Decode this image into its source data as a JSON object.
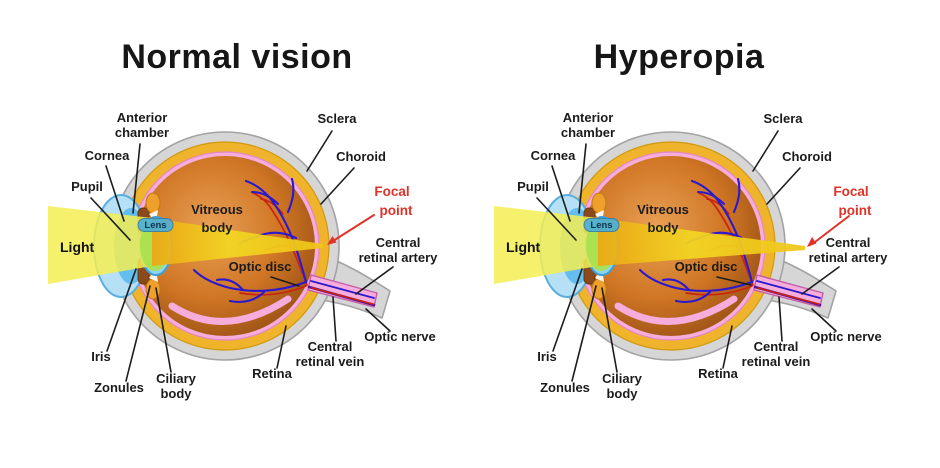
{
  "page": {
    "background": "#ffffff"
  },
  "panels": [
    {
      "title": "Normal vision",
      "labels": {
        "anterior_chamber_1": "Anterior",
        "anterior_chamber_2": "chamber",
        "cornea": "Cornea",
        "pupil": "Pupil",
        "light": "Light",
        "lens": "Lens",
        "iris": "Iris",
        "zonules": "Zonules",
        "ciliary_1": "Ciliary",
        "ciliary_2": "body",
        "vitreous_1": "Vitreous",
        "vitreous_2": "body",
        "optic_disc": "Optic disc",
        "retina": "Retina",
        "sclera": "Sclera",
        "choroid": "Choroid",
        "focal_1": "Focal",
        "focal_2": "point",
        "cra_1": "Central",
        "cra_2": "retinal artery",
        "crv_1": "Central",
        "crv_2": "retinal vein",
        "optic_nerve": "Optic nerve"
      }
    },
    {
      "title": "Hyperopia",
      "labels": {
        "anterior_chamber_1": "Anterior",
        "anterior_chamber_2": "chamber",
        "cornea": "Cornea",
        "pupil": "Pupil",
        "light": "Light",
        "lens": "Lens",
        "iris": "Iris",
        "zonules": "Zonules",
        "ciliary_1": "Ciliary",
        "ciliary_2": "body",
        "vitreous_1": "Vitreous",
        "vitreous_2": "body",
        "optic_disc": "Optic disc",
        "retina": "Retina",
        "sclera": "Sclera",
        "choroid": "Choroid",
        "focal_1": "Focal",
        "focal_2": "point",
        "cra_1": "Central",
        "cra_2": "retinal artery",
        "crv_1": "Central",
        "crv_2": "retinal vein",
        "optic_nerve": "Optic nerve"
      }
    }
  ],
  "colors": {
    "focal_point_red": "#e03228",
    "light_beam_yellow": "#f3d01f",
    "sclera_gray": "#d6d6d6",
    "choroid_gold": "#efb42c",
    "retina_pink": "#f6addc",
    "vitreous_orange": "#cf7524",
    "vein_blue": "#2b18cf",
    "artery_red": "#c8240f"
  }
}
